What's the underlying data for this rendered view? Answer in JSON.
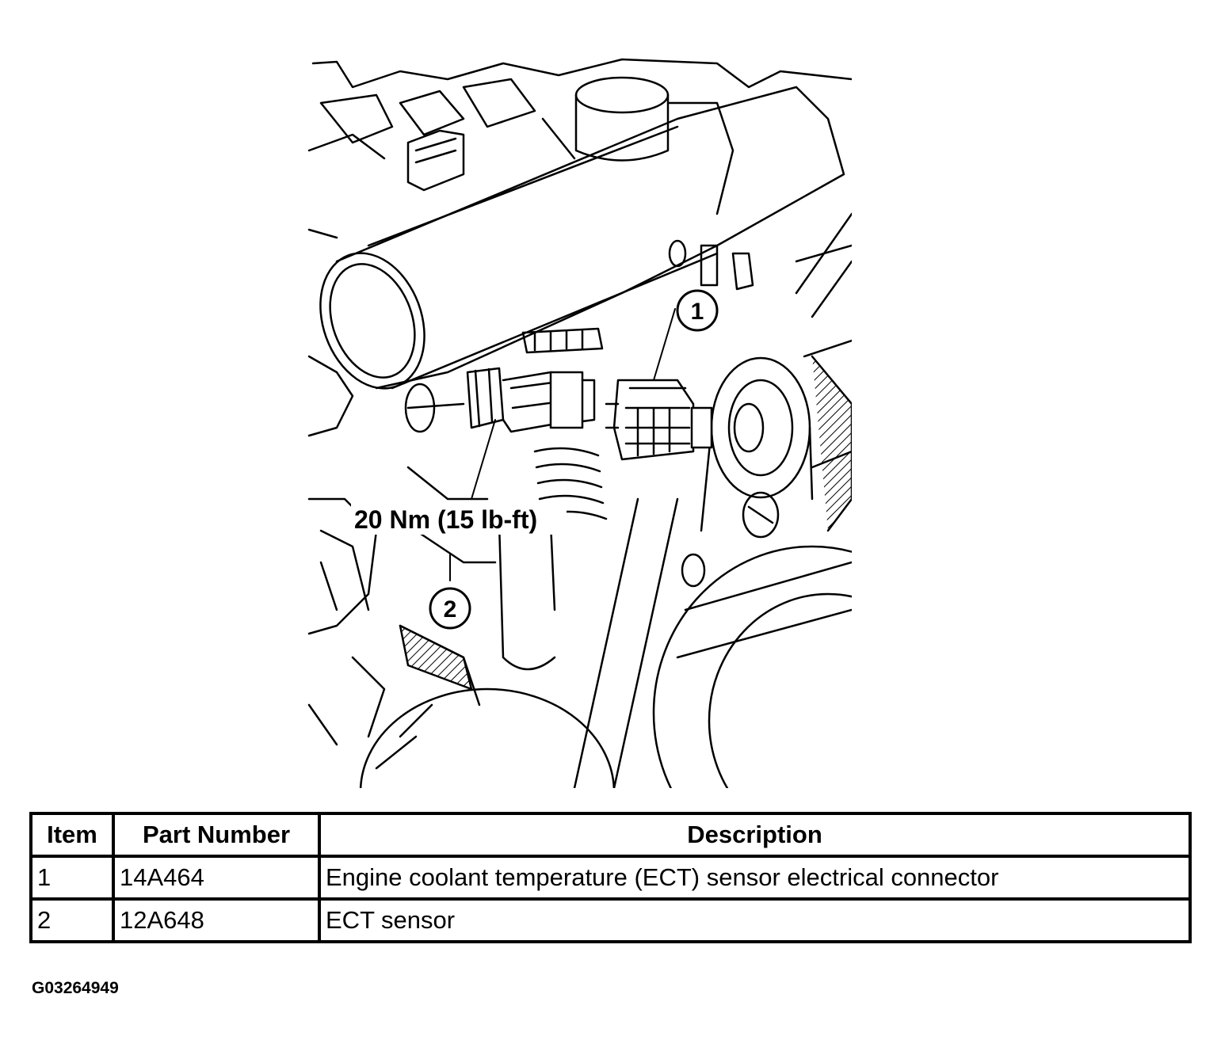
{
  "illustration": {
    "torque_label": "20 Nm (15 lb-ft)",
    "callouts": [
      "1",
      "2"
    ]
  },
  "table": {
    "headers": [
      "Item",
      "Part Number",
      "Description"
    ],
    "rows": [
      {
        "item": "1",
        "part_number": "14A464",
        "description": "Engine coolant temperature (ECT) sensor electrical connector"
      },
      {
        "item": "2",
        "part_number": "12A648",
        "description": "ECT sensor"
      }
    ]
  },
  "figure_id": "G03264949"
}
